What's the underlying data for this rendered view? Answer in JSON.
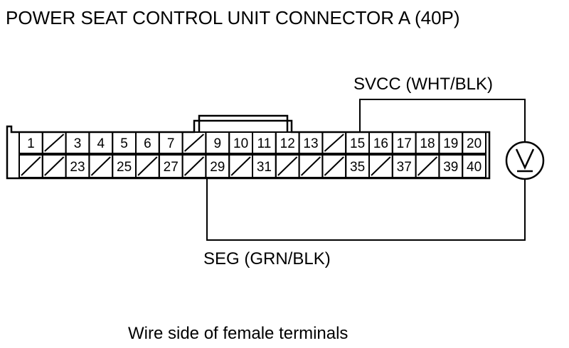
{
  "title": "POWER SEAT CONTROL UNIT CONNECTOR A (40P)",
  "probe_top_label": "SVCC (WHT/BLK)",
  "probe_bottom_label": "SEG (GRN/BLK)",
  "caption": "Wire side of female terminals",
  "meter_icon": "voltmeter-icon",
  "connector": {
    "top_row": [
      "1",
      "",
      "3",
      "4",
      "5",
      "6",
      "7",
      "",
      "9",
      "10",
      "11",
      "12",
      "13",
      "",
      "15",
      "16",
      "17",
      "18",
      "19",
      "20"
    ],
    "bottom_row": [
      "",
      "",
      "23",
      "",
      "25",
      "",
      "27",
      "",
      "29",
      "",
      "31",
      "",
      "",
      "",
      "35",
      "",
      "37",
      "",
      "39",
      "40"
    ]
  }
}
